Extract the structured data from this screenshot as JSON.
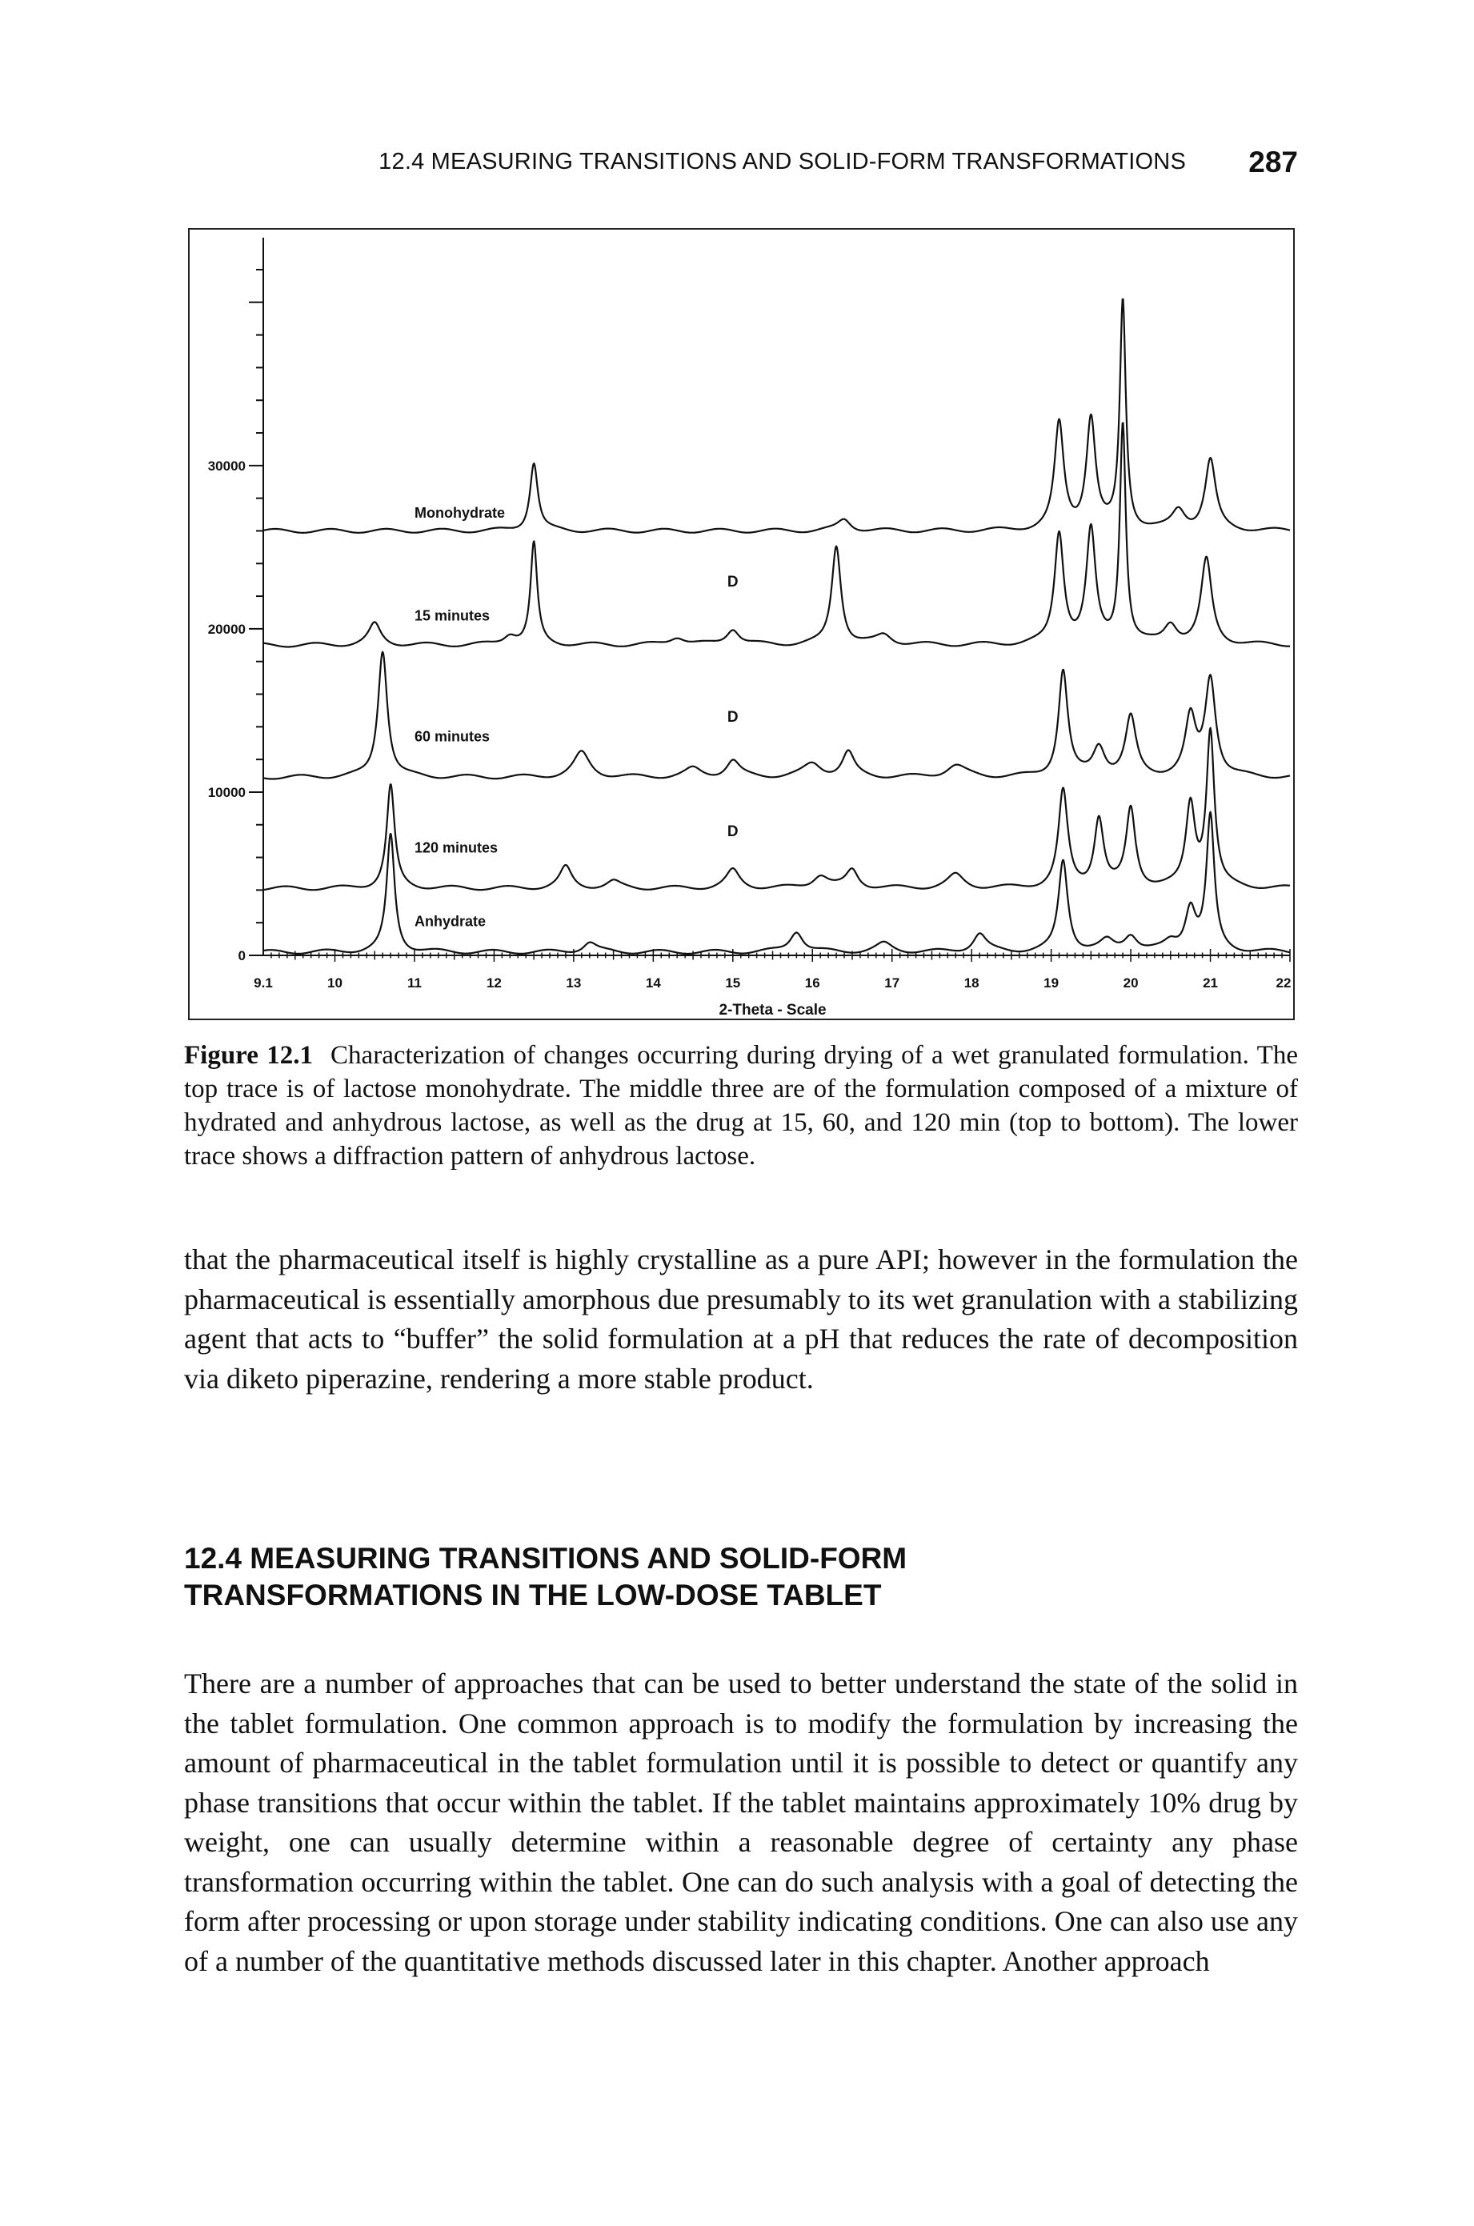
{
  "running_head": {
    "title": "12.4 MEASURING TRANSITIONS AND SOLID-FORM TRANSFORMATIONS",
    "page_number": "287"
  },
  "figure": {
    "label": "Figure 12.1",
    "caption": "Characterization of changes occurring during drying of a wet granulated formulation. The top trace is of lactose monohydrate. The middle three are of the formulation composed of a mixture of hydrated and anhydrous lactose, as well as the drug at 15, 60, and 120 min (top to bottom). The lower trace shows a diffraction pattern of anhydrous lactose."
  },
  "chart_data": {
    "type": "line",
    "title": "",
    "xlabel": "2-Theta - Scale",
    "ylabel": "",
    "xlim": [
      9.1,
      22
    ],
    "ylim": [
      0,
      42000
    ],
    "x_ticks": [
      "9.1",
      "10",
      "11",
      "12",
      "13",
      "14",
      "15",
      "16",
      "17",
      "18",
      "19",
      "20",
      "21",
      "22"
    ],
    "y_ticks": [
      "0",
      "10000",
      "20000",
      "30000"
    ],
    "line_color": "#111111",
    "series": [
      {
        "name": "Monohydrate",
        "baseline": 26000,
        "peaks": [
          [
            12.5,
            4200,
            0.06
          ],
          [
            16.4,
            700,
            0.1
          ],
          [
            19.1,
            6500,
            0.07
          ],
          [
            19.5,
            6800,
            0.07
          ],
          [
            19.9,
            14000,
            0.045
          ],
          [
            20.6,
            1200,
            0.1
          ],
          [
            21.0,
            4300,
            0.08
          ]
        ]
      },
      {
        "name": "15 minutes",
        "baseline": 19000,
        "peaks": [
          [
            10.5,
            1300,
            0.09
          ],
          [
            12.2,
            600,
            0.1
          ],
          [
            12.5,
            6200,
            0.05
          ],
          [
            14.3,
            500,
            0.12
          ],
          [
            15.0,
            1000,
            0.1
          ],
          [
            16.3,
            6100,
            0.07
          ],
          [
            16.9,
            600,
            0.12
          ],
          [
            19.1,
            6800,
            0.07
          ],
          [
            19.5,
            6900,
            0.07
          ],
          [
            19.9,
            13500,
            0.045
          ],
          [
            20.5,
            1200,
            0.1
          ],
          [
            20.95,
            5200,
            0.08
          ]
        ]
      },
      {
        "name": "60 minutes",
        "baseline": 10900,
        "peaks": [
          [
            10.6,
            7800,
            0.07
          ],
          [
            13.1,
            1500,
            0.12
          ],
          [
            14.5,
            500,
            0.12
          ],
          [
            15.0,
            1000,
            0.1
          ],
          [
            16.0,
            800,
            0.14
          ],
          [
            16.45,
            1500,
            0.09
          ],
          [
            17.8,
            700,
            0.15
          ],
          [
            19.15,
            6500,
            0.07
          ],
          [
            19.6,
            1800,
            0.09
          ],
          [
            20.0,
            3600,
            0.08
          ],
          [
            20.75,
            3500,
            0.08
          ],
          [
            21.0,
            6000,
            0.08
          ]
        ]
      },
      {
        "name": "120 minutes",
        "baseline": 4100,
        "peaks": [
          [
            10.7,
            6300,
            0.06
          ],
          [
            12.9,
            1300,
            0.09
          ],
          [
            13.5,
            400,
            0.1
          ],
          [
            15.0,
            1100,
            0.1
          ],
          [
            16.1,
            800,
            0.12
          ],
          [
            16.5,
            1100,
            0.09
          ],
          [
            17.8,
            800,
            0.12
          ],
          [
            19.15,
            5900,
            0.07
          ],
          [
            19.6,
            4200,
            0.07
          ],
          [
            20.0,
            4800,
            0.07
          ],
          [
            20.75,
            5000,
            0.07
          ],
          [
            21.0,
            9500,
            0.06
          ]
        ]
      },
      {
        "name": "Anhydrate",
        "baseline": 200,
        "peaks": [
          [
            10.7,
            7200,
            0.06
          ],
          [
            13.2,
            600,
            0.1
          ],
          [
            15.8,
            1300,
            0.1
          ],
          [
            16.9,
            500,
            0.12
          ],
          [
            18.1,
            1100,
            0.1
          ],
          [
            19.15,
            5600,
            0.07
          ],
          [
            19.7,
            600,
            0.1
          ],
          [
            20.0,
            1000,
            0.1
          ],
          [
            20.5,
            500,
            0.1
          ],
          [
            20.75,
            2600,
            0.08
          ],
          [
            21.0,
            8200,
            0.06
          ]
        ]
      }
    ],
    "annotations": [
      {
        "text": "D",
        "x": 15.0,
        "y": 22600
      },
      {
        "text": "D",
        "x": 15.0,
        "y": 14300
      },
      {
        "text": "D",
        "x": 15.0,
        "y": 7300
      }
    ]
  },
  "body": {
    "paragraph_1": "that the pharmaceutical itself is highly crystalline as a pure API; however in the formulation the pharmaceutical is essentially amorphous due presumably to its wet granulation with a stabilizing agent that acts to “buffer” the solid formulation at a pH that reduces the rate of decomposition via diketo piperazine, rendering a more stable product.",
    "section_heading_line1": "12.4 MEASURING TRANSITIONS AND SOLID-FORM",
    "section_heading_line2": "TRANSFORMATIONS IN THE LOW-DOSE TABLET",
    "paragraph_2": "There are a number of approaches that can be used to better understand the state of the solid in the tablet formulation. One common approach is to modify the formulation by increasing the amount of pharmaceutical in the tablet formulation until it is possible to detect or quantify any phase transitions that occur within the tablet. If the tablet maintains approximately 10% drug by weight, one can usually determine within a reasonable degree of certainty any phase transformation occurring within the tablet. One can do such analysis with a goal of detecting the form after processing or upon storage under stability indicating conditions. One can also use any of a number of the quantitative methods discussed later in this chapter. Another approach"
  }
}
